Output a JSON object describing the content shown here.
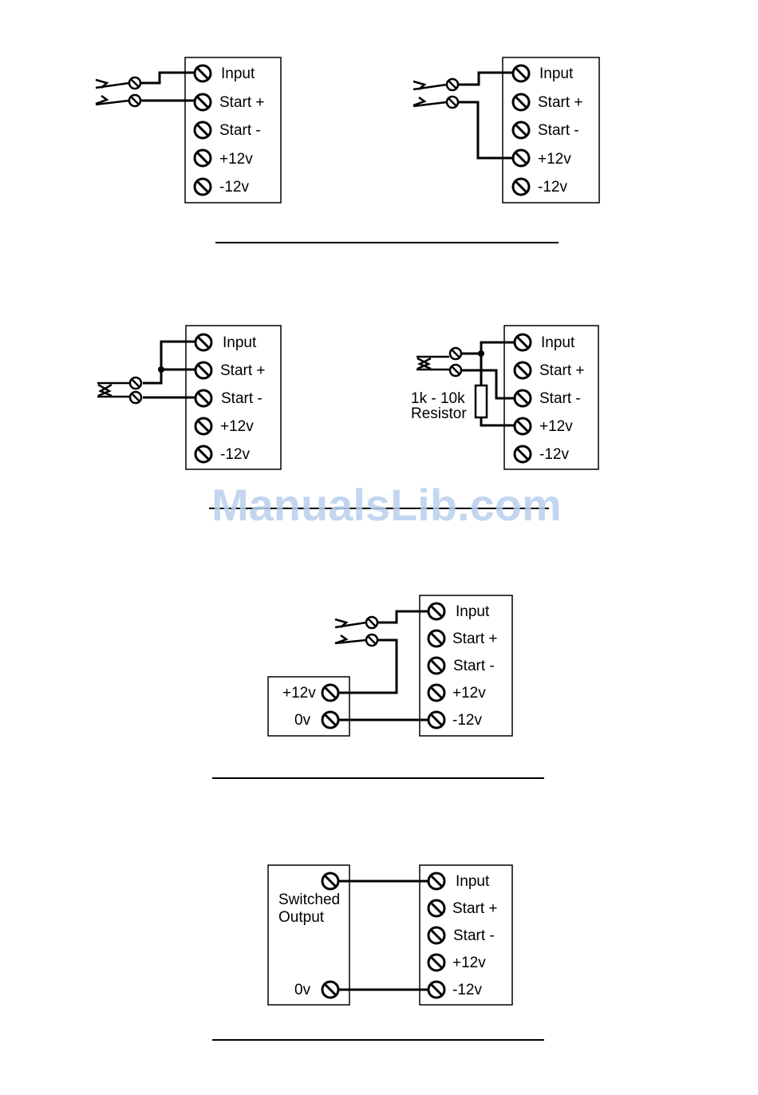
{
  "terminal_labels": [
    "Input",
    "Start +",
    "Start -",
    "+12v",
    "-12v"
  ],
  "resistor_label_line1": "1k - 10k",
  "resistor_label_line2": "Resistor",
  "supply_labels": [
    "+12v",
    "0v"
  ],
  "switched_output_line1": "Switched",
  "switched_output_line2": "Output",
  "switched_output_0v": "0v",
  "watermark": "ManualsLib.com",
  "colors": {
    "line": "#000000",
    "watermark": "#b9d0ee"
  }
}
